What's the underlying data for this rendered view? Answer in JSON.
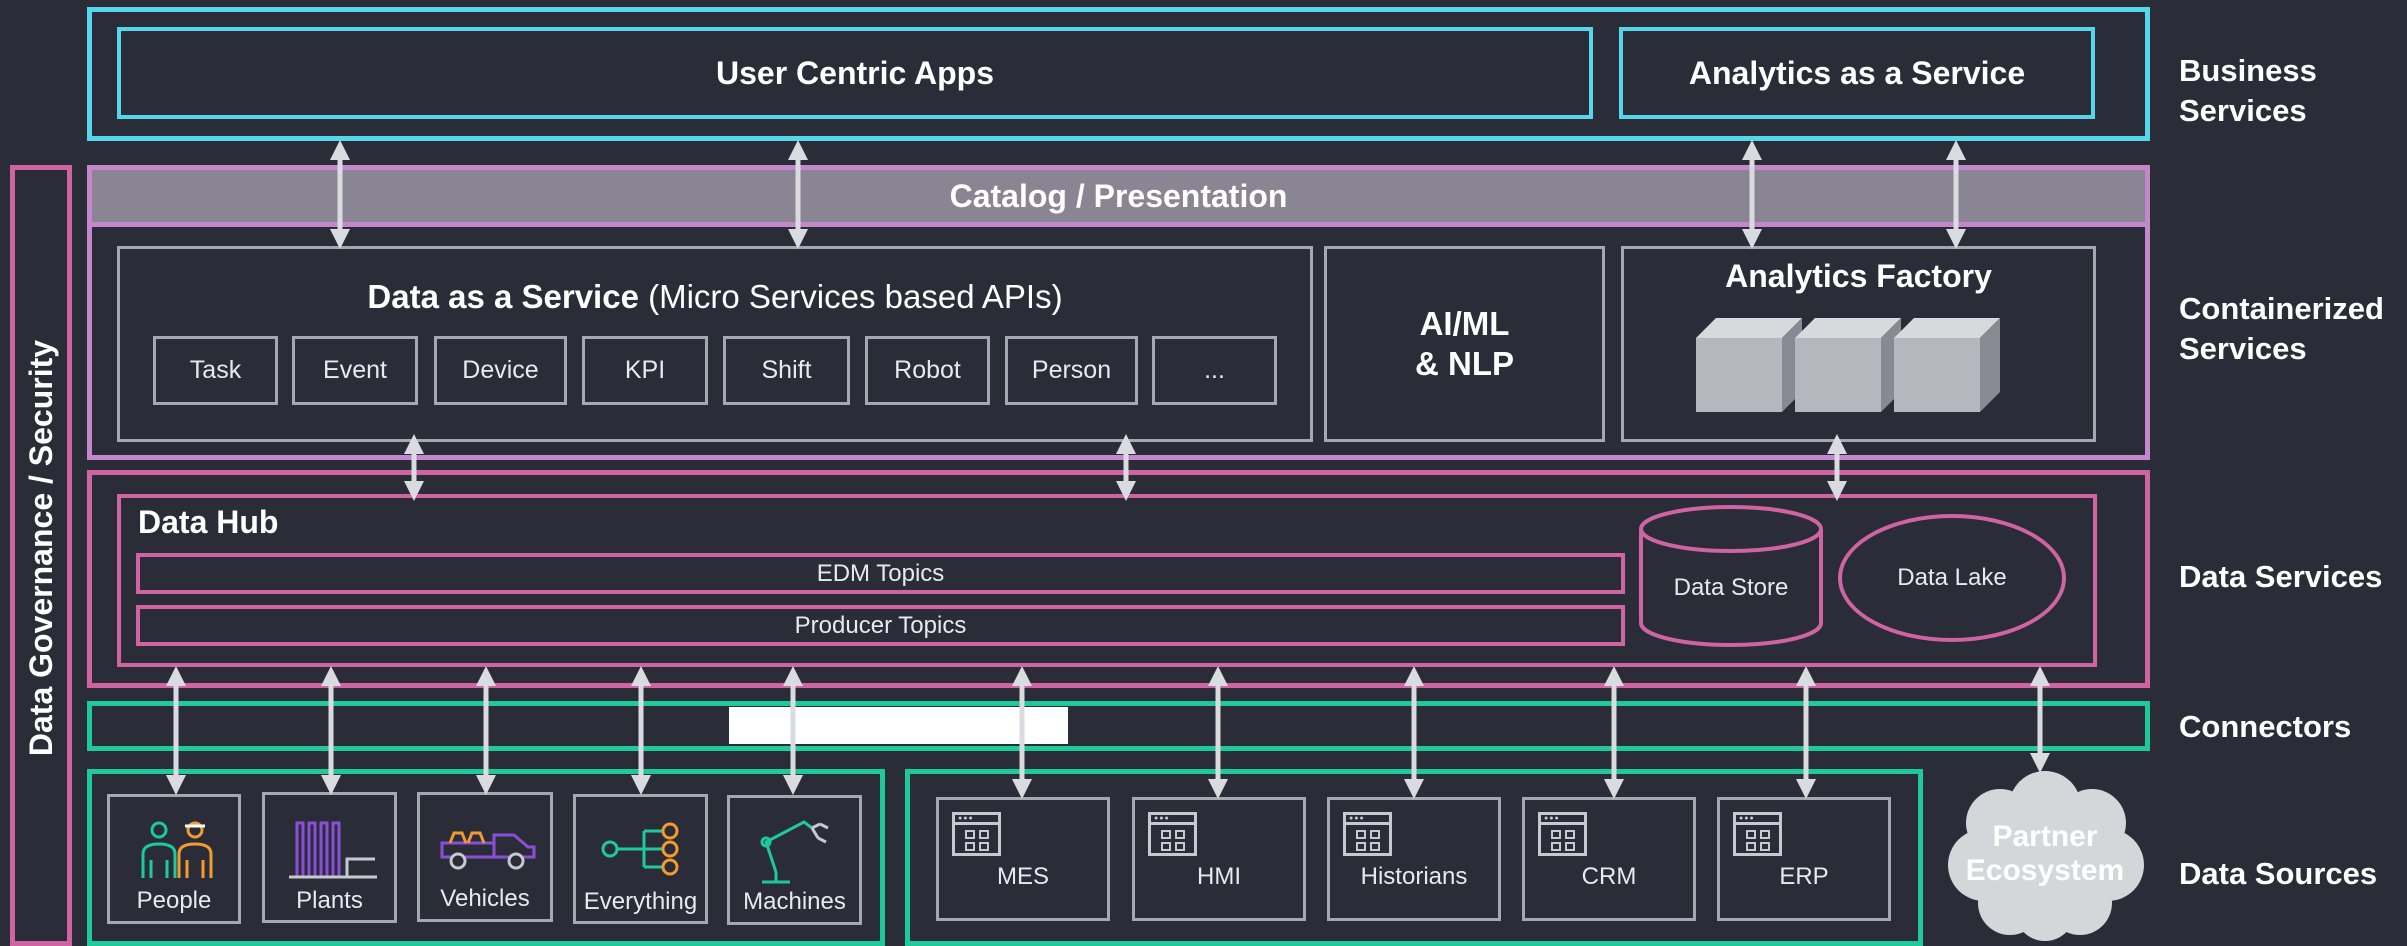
{
  "business": {
    "user_centric_apps": "User Centric Apps",
    "analytics_service": "Analytics as a Service"
  },
  "catalog": "Catalog / Presentation",
  "daas": {
    "title_bold": "Data as a Service",
    "title_rest": " (Micro Services based APIs)",
    "chips": [
      "Task",
      "Event",
      "Device",
      "KPI",
      "Shift",
      "Robot",
      "Person",
      "..."
    ]
  },
  "aiml": {
    "line1": "AI/ML",
    "line2": "& NLP"
  },
  "analytics_factory": "Analytics Factory",
  "data_hub": {
    "title": "Data Hub",
    "edm_topics": "EDM Topics",
    "producer_topics": "Producer Topics",
    "data_store": "Data Store",
    "data_lake": "Data Lake"
  },
  "governance": "Data Governance / Security",
  "sources_left": [
    "People",
    "Plants",
    "Vehicles",
    "Everything",
    "Machines"
  ],
  "sources_right": [
    "MES",
    "HMI",
    "Historians",
    "CRM",
    "ERP"
  ],
  "partner": {
    "line1": "Partner",
    "line2": "Ecosystem"
  },
  "layers": {
    "business_1": "Business",
    "business_2": "Services",
    "containerized_1": "Containerized",
    "containerized_2": "Services",
    "data_services": "Data Services",
    "connectors": "Connectors",
    "data_sources": "Data Sources"
  },
  "colors": {
    "background": "#2a2d38",
    "business": "#56d6ea",
    "containerized": "#c487cc",
    "data_services": "#d064a3",
    "connectors": "#1ec99a",
    "box_grey": "#a4a8b0",
    "catalog_fill": "#8a8592"
  }
}
